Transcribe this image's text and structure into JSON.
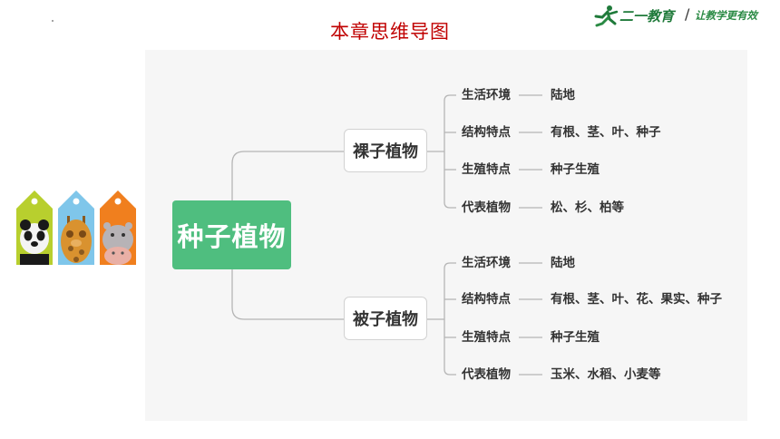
{
  "title": "本章思维导图",
  "logo": {
    "brand": "二一教育",
    "separator": "/",
    "slogan": "让教学更有效"
  },
  "root": "种子植物",
  "branches": [
    {
      "label": "裸子植物",
      "items": [
        {
          "label": "生活环境",
          "value": "陆地"
        },
        {
          "label": "结构特点",
          "value": "有根、茎、叶、种子"
        },
        {
          "label": "生殖特点",
          "value": "种子生殖"
        },
        {
          "label": "代表植物",
          "value": "松、杉、柏等"
        }
      ]
    },
    {
      "label": "被子植物",
      "items": [
        {
          "label": "生活环境",
          "value": "陆地"
        },
        {
          "label": "结构特点",
          "value": "有根、茎、叶、花、果实、种子"
        },
        {
          "label": "生殖特点",
          "value": "种子生殖"
        },
        {
          "label": "代表植物",
          "value": "玉米、水稻、小麦等"
        }
      ]
    }
  ],
  "colors": {
    "title": "#c00000",
    "root_fill": "#4fbe7f",
    "panel": "#f6f6f6",
    "connector": "#b5b5b5"
  }
}
